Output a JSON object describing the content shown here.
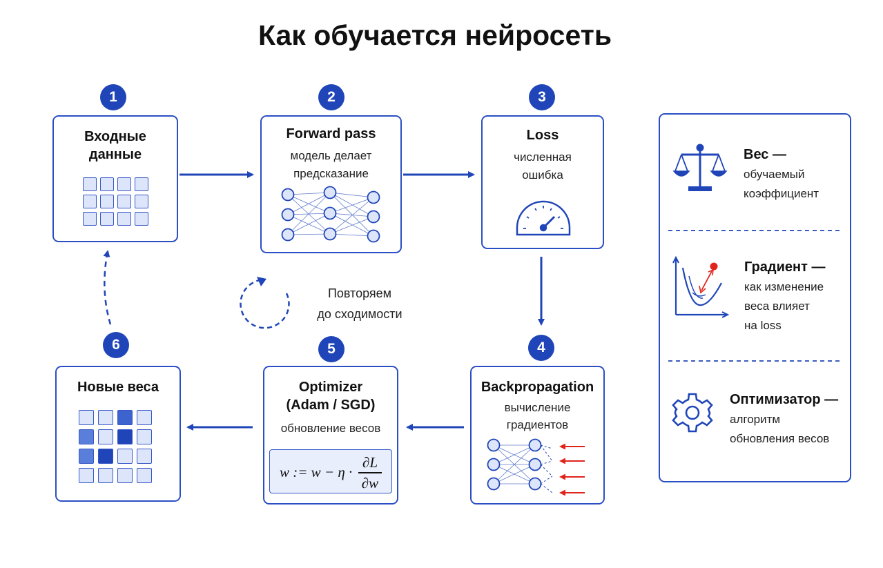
{
  "title": "Как обучается нейросеть",
  "steps": [
    {
      "number": "1",
      "title": "Входные данные",
      "title_line1": "Входные",
      "title_line2": "данные"
    },
    {
      "number": "2",
      "title": "Forward pass",
      "sub_line1": "модель делает",
      "sub_line2": "предсказание"
    },
    {
      "number": "3",
      "title": "Loss",
      "sub_line1": "численная",
      "sub_line2": "ошибка"
    },
    {
      "number": "4",
      "title": "Backpropagation",
      "sub_line1": "вычисление",
      "sub_line2": "градиентов"
    },
    {
      "number": "5",
      "title_line1": "Optimizer",
      "title_line2": "(Adam / SGD)",
      "sub_line1": "обновление весов"
    },
    {
      "number": "6",
      "title": "Новые веса"
    }
  ],
  "formula": {
    "lhs": "w := w − η ·",
    "numerator": "∂L",
    "denominator": "∂w"
  },
  "repeat": {
    "line1": "Повторяем",
    "line2": "до сходимости"
  },
  "legend": [
    {
      "icon": "scales-icon",
      "term": "Вес —",
      "desc_line1": "обучаемый",
      "desc_line2": "коэффициент"
    },
    {
      "icon": "gradient-curve-icon",
      "term": "Градиент —",
      "desc_line1": "как изменение",
      "desc_line2": "веса влияет",
      "desc_line3": "на loss"
    },
    {
      "icon": "gear-icon",
      "term": "Оптимизатор —",
      "desc_line1": "алгоритм",
      "desc_line2": "обновления весов"
    }
  ],
  "colors": {
    "primary": "#1f45b8",
    "border": "#2a4fc4",
    "cell_fill": "#dde5fa",
    "gradient_arrow": "#e0241b"
  }
}
